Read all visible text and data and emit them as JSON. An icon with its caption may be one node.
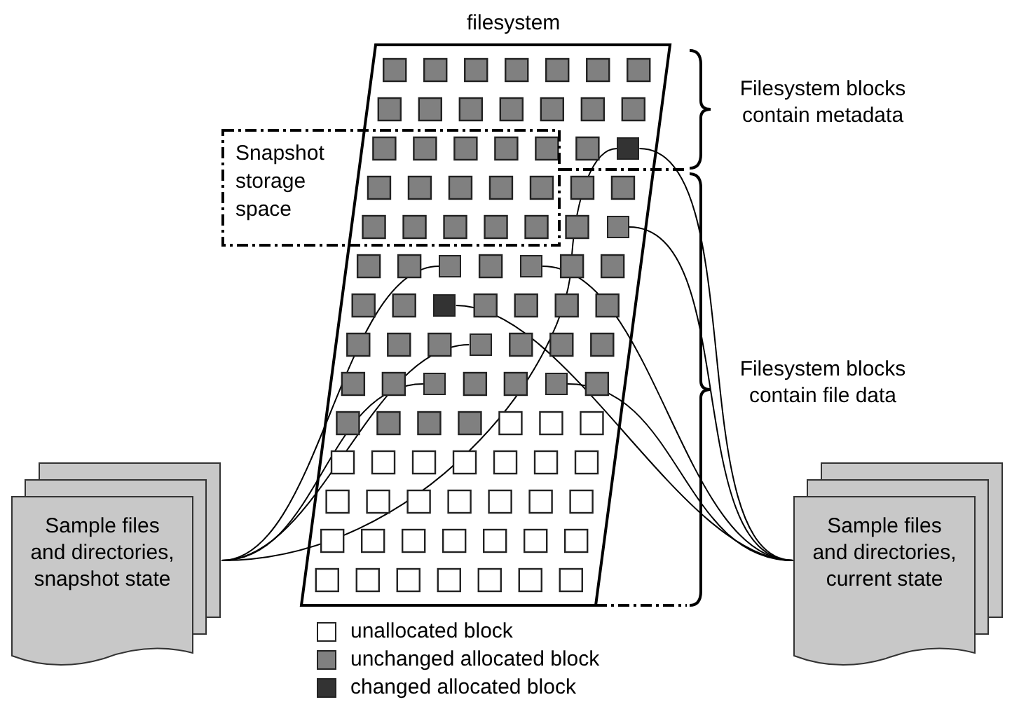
{
  "diagram": {
    "nodes": [
      {
        "text": [
          "filesystem"
        ]
      },
      {
        "text": [
          "Snapshot storage space"
        ]
      },
      {
        "text": [
          "Sample files and directories, snapshot state"
        ]
      },
      {
        "text": [
          "Sample files and directories, current state"
        ]
      },
      {
        "text": [],
        "shape": "box",
        "in": 0
      },
      {
        "text": [],
        "shape": "box",
        "in": 0
      },
      {
        "text": [],
        "shape": "box",
        "in": 0
      },
      {
        "text": [],
        "shape": "box",
        "in": 0
      },
      {
        "text": [],
        "shape": "box",
        "in": 0
      },
      {
        "text": [],
        "shape": "box",
        "in": 0
      },
      {
        "text": [],
        "shape": "box",
        "in": 0
      },
      {
        "text": [],
        "shape": "box",
        "in": 0
      }
    ],
    "edges": [
      {
        "from": 2,
        "to": 4,
        "arrow": "none"
      },
      {
        "from": 4,
        "to": 3,
        "arrow": "none"
      },
      {
        "from": 2,
        "to": 5,
        "arrow": "none"
      },
      {
        "from": 6,
        "to": 3,
        "arrow": "none"
      },
      {
        "from": 2,
        "to": 7,
        "arrow": "none"
      },
      {
        "from": 8,
        "to": 3,
        "arrow": "none"
      },
      {
        "from": 9,
        "to": 3,
        "arrow": "none"
      },
      {
        "from": 2,
        "to": 10,
        "arrow": "none"
      },
      {
        "from": 11,
        "to": 3,
        "arrow": "none"
      }
    ],
    "labels": [
      "Filesystem blocks contain metadata",
      "Filesystem blocks contain file data"
    ],
    "legend": [
      {
        "text": "unallocated block",
        "color": "#ffffff"
      },
      {
        "text": "unchanged allocated block",
        "color": "#808080"
      },
      {
        "text": "changed allocated block",
        "color": "#333333"
      }
    ]
  }
}
